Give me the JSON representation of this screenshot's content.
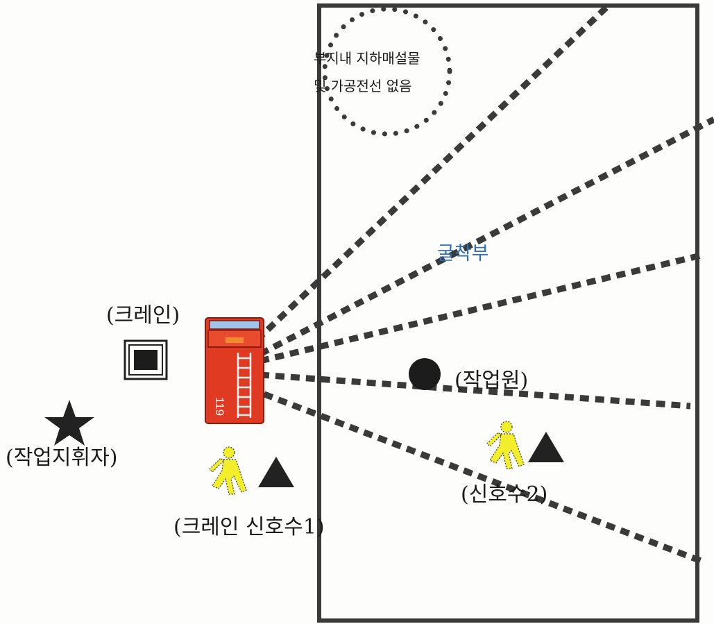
{
  "labels": {
    "utility_note_line1": "부지내 지하매설물",
    "utility_note_line2": "및 가공전선 없음",
    "excavation": "굴착부",
    "crane": "(크레인)",
    "worker": "(작업원)",
    "supervisor": "(작업지휘자)",
    "signal1": "(크레인 신호수1)",
    "signal2": "(신호수2)",
    "truck_number": "119"
  },
  "colors": {
    "line": "#3a3a3a",
    "excavation_label": "#2f6fb3",
    "truck_body": "#e03a22",
    "signaller": "#f2ee2c"
  },
  "icons": {
    "crane": "square-frame-icon",
    "truck": "fire-truck-icon",
    "worker": "filled-circle-icon",
    "supervisor": "star-icon",
    "signaller": "walking-person-icon",
    "signal_marker": "triangle-icon"
  }
}
